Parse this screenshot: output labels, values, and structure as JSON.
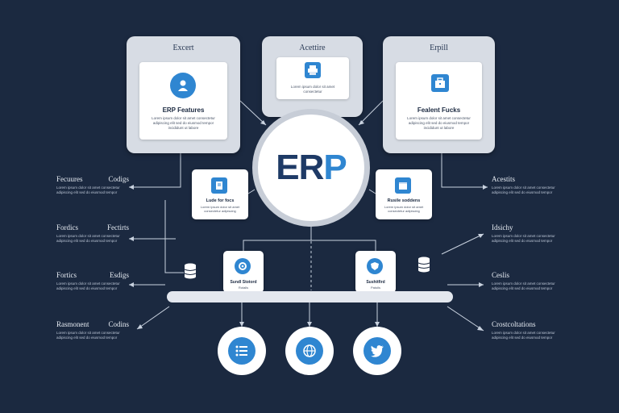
{
  "colors": {
    "background": "#1b2940",
    "accent": "#2f86d1",
    "erp_dark": "#1e3a66",
    "erp_light": "#2f86d1"
  },
  "hub": {
    "label_a": "ER",
    "label_b": "P"
  },
  "top_cards": [
    {
      "title": "Excert",
      "icon": "user-icon",
      "inner_title": "ERP Features",
      "inner_desc": "Lorem ipsum dolor sit amet consectetur adipiscing elit sed do eiusmod tempor incididunt ut labore"
    },
    {
      "title": "Acettire",
      "icon": "printer-icon",
      "inner_title": "",
      "inner_desc": "Lorem ipsum dolor sit amet consectetur"
    },
    {
      "title": "Erpill",
      "icon": "briefcase-icon",
      "inner_title": "Fealent Fucks",
      "inner_desc": "Lorem ipsum dolor sit amet consectetur adipiscing elit sed do eiusmod tempor incididunt ut labore"
    }
  ],
  "mid_cards": [
    {
      "title": "Lude for focs",
      "desc": "Lorem ipsum dolor sit amet consectetur adipiscing",
      "icon": "document-icon"
    },
    {
      "title": "Rusile soddens",
      "desc": "Lorem ipsum dolor sit amet consectetur adipiscing",
      "icon": "calendar-icon"
    }
  ],
  "bus_cards": [
    {
      "title": "Sundl Stotord",
      "desc": "Rotalls",
      "icon": "gear-icon"
    },
    {
      "title": "Sushitfird",
      "desc": "Patoils",
      "icon": "shield-icon"
    }
  ],
  "left_items": [
    {
      "title_a": "Fecuures",
      "title_b": "Codigs",
      "desc": "Lorem ipsum dolor sit amet consectetur adipiscing elit sed do eiusmod tempor"
    },
    {
      "title_a": "Fordics",
      "title_b": "Fectirts",
      "desc": "Lorem ipsum dolor sit amet consectetur adipiscing elit sed do eiusmod tempor"
    },
    {
      "title_a": "Fortics",
      "title_b": "Esdigs",
      "desc": "Lorem ipsum dolor sit amet consectetur adipiscing elit sed do eiusmod tempor"
    },
    {
      "title_a": "Rasmonent",
      "title_b": "Codins",
      "desc": "Lorem ipsum dolor sit amet consectetur adipiscing elit sed do eiusmod tempor"
    }
  ],
  "right_items": [
    {
      "title": "Acestits",
      "desc": "Lorem ipsum dolor sit amet consectetur adipiscing elit sed do eiusmod tempor"
    },
    {
      "title": "Idsichy",
      "desc": "Lorem ipsum dolor sit amet consectetur adipiscing elit sed do eiusmod tempor"
    },
    {
      "title": "Ceslis",
      "desc": "Lorem ipsum dolor sit amet consectetur adipiscing elit sed do eiusmod tempor"
    },
    {
      "title": "Crostcoltations",
      "desc": "Lorem ipsum dolor sit amet consectetur adipiscing elit sed do eiusmod tempor"
    }
  ],
  "bottom_icons": [
    "list-icon",
    "globe-icon",
    "twitter-bird-icon"
  ]
}
